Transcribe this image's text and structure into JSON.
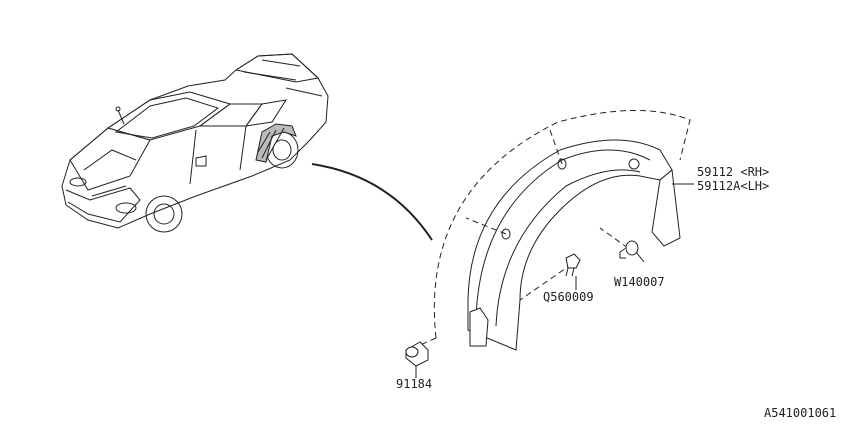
{
  "callouts": {
    "part_rh": "59112 <RH>",
    "part_lh": "59112A<LH>",
    "clip_a": "W140007",
    "screw": "Q560009",
    "clip_b": "91184"
  },
  "diagram_id": "A541001061"
}
